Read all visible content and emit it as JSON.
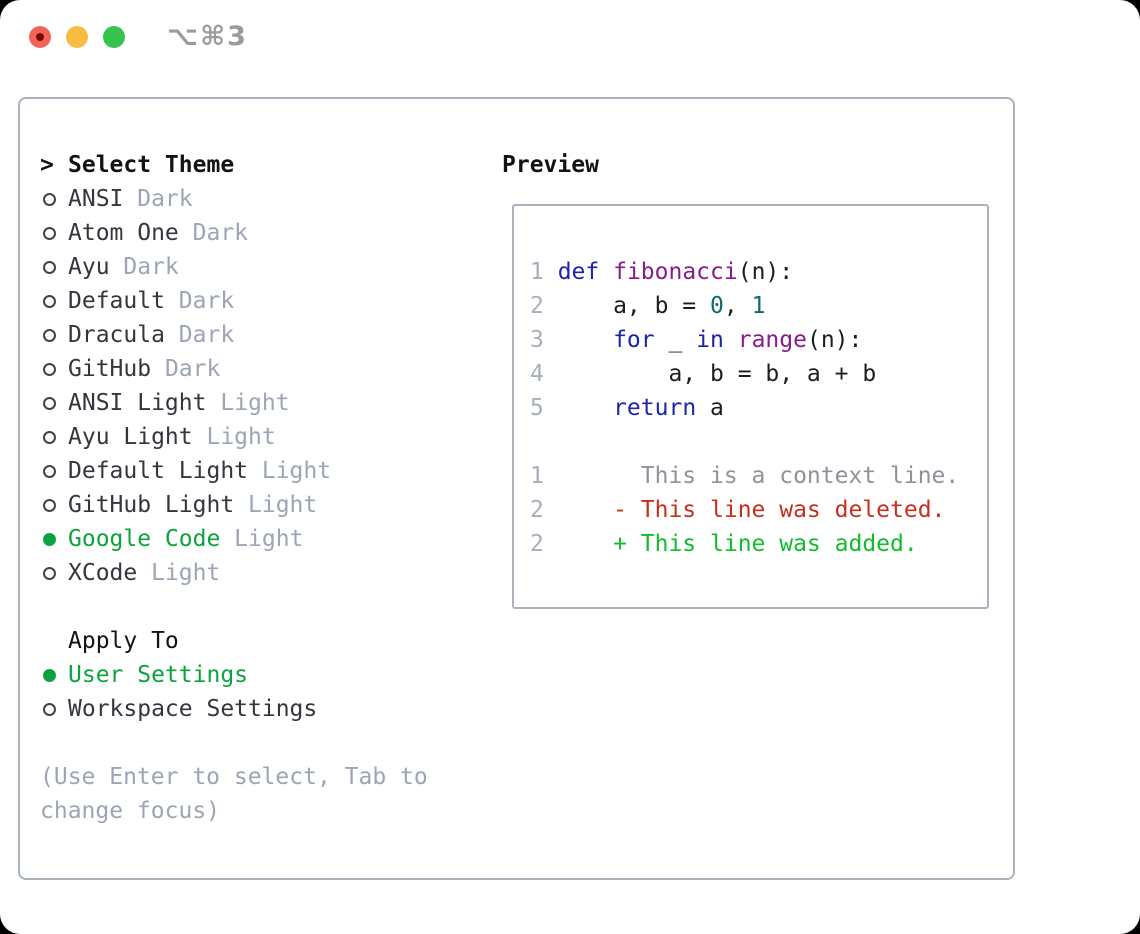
{
  "colors": {
    "window-bg": "#ffffff",
    "border": "#a9b2bd",
    "title-gray": "#9b9b9b",
    "traffic-red": "#f4635a",
    "traffic-red-dot": "#750b04",
    "traffic-yellow": "#f6bd40",
    "traffic-green": "#37c44e",
    "text-black": "#121317",
    "text-dark": "#33363d",
    "muted": "#9ba5b4",
    "selected-green": "#0ca33e",
    "ring": "#3f434b",
    "line-number": "#a6aebc",
    "code-plain": "#1c1d20",
    "code-keyword": "#1c23ad",
    "code-name": "#8a1b8d",
    "code-literal": "#0d6c6c",
    "diff-context": "#8e929a",
    "diff-deleted": "#c5301f",
    "diff-added": "#0fbe2b"
  },
  "titlebar": {
    "title": "⌥⌘3"
  },
  "panel": {
    "select_theme": {
      "prompt": ">",
      "label": "Select Theme"
    },
    "themes": [
      {
        "name": "ANSI",
        "variant": "Dark",
        "selected": false
      },
      {
        "name": "Atom One",
        "variant": "Dark",
        "selected": false
      },
      {
        "name": "Ayu",
        "variant": "Dark",
        "selected": false
      },
      {
        "name": "Default",
        "variant": "Dark",
        "selected": false
      },
      {
        "name": "Dracula",
        "variant": "Dark",
        "selected": false
      },
      {
        "name": "GitHub",
        "variant": "Dark",
        "selected": false
      },
      {
        "name": "ANSI Light",
        "variant": "Light",
        "selected": false
      },
      {
        "name": "Ayu Light",
        "variant": "Light",
        "selected": false
      },
      {
        "name": "Default Light",
        "variant": "Light",
        "selected": false
      },
      {
        "name": "GitHub Light",
        "variant": "Light",
        "selected": false
      },
      {
        "name": "Google Code",
        "variant": "Light",
        "selected": true
      },
      {
        "name": "XCode",
        "variant": "Light",
        "selected": false
      }
    ],
    "apply_to": {
      "label": "Apply To",
      "options": [
        {
          "name": "User Settings",
          "selected": true
        },
        {
          "name": "Workspace Settings",
          "selected": false
        }
      ]
    },
    "hint": "(Use Enter to select, Tab to change focus)",
    "preview": {
      "title": "Preview",
      "code_lines": [
        {
          "num": "1",
          "segments": [
            {
              "t": "def",
              "c": "kw"
            },
            {
              "t": " ",
              "c": "pl"
            },
            {
              "t": "fibonacci",
              "c": "nm"
            },
            {
              "t": "(n):",
              "c": "pl"
            }
          ]
        },
        {
          "num": "2",
          "segments": [
            {
              "t": "    a, b = ",
              "c": "pl"
            },
            {
              "t": "0",
              "c": "lit"
            },
            {
              "t": ", ",
              "c": "pl"
            },
            {
              "t": "1",
              "c": "lit"
            }
          ]
        },
        {
          "num": "3",
          "segments": [
            {
              "t": "    ",
              "c": "pl"
            },
            {
              "t": "for",
              "c": "kw"
            },
            {
              "t": " _ ",
              "c": "pl"
            },
            {
              "t": "in",
              "c": "kw"
            },
            {
              "t": " ",
              "c": "pl"
            },
            {
              "t": "range",
              "c": "nm"
            },
            {
              "t": "(n):",
              "c": "pl"
            }
          ]
        },
        {
          "num": "4",
          "segments": [
            {
              "t": "        a, b = b, a + b",
              "c": "pl"
            }
          ]
        },
        {
          "num": "5",
          "segments": [
            {
              "t": "    ",
              "c": "pl"
            },
            {
              "t": "return",
              "c": "kw"
            },
            {
              "t": " a",
              "c": "pl"
            }
          ]
        },
        {
          "num": "",
          "segments": []
        },
        {
          "num": "1",
          "segments": [
            {
              "t": "      This is a context line.",
              "c": "ctx"
            }
          ]
        },
        {
          "num": "2",
          "segments": [
            {
              "t": "    - This line was deleted.",
              "c": "del"
            }
          ]
        },
        {
          "num": "2",
          "segments": [
            {
              "t": "    + This line was added.",
              "c": "add"
            }
          ]
        }
      ]
    }
  }
}
